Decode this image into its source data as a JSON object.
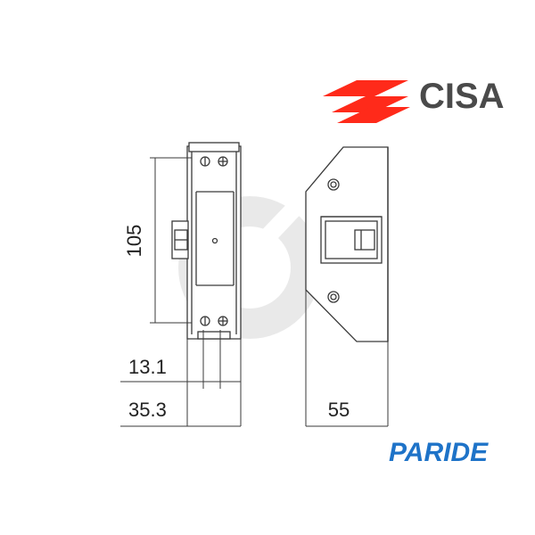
{
  "brand": {
    "name": "CISA",
    "color": "#ff2a1a",
    "text_color": "#4a4a4a"
  },
  "watermark": {
    "name": "PARIDE",
    "color": "#1e73c8"
  },
  "dimensions": {
    "height": "105",
    "thickness_small": "13.1",
    "thickness_total": "35.3",
    "keeper_width": "55"
  },
  "colors": {
    "line": "#3a3a3a",
    "face": "#ffffff",
    "watermark_circle": "#cfcfcf"
  }
}
